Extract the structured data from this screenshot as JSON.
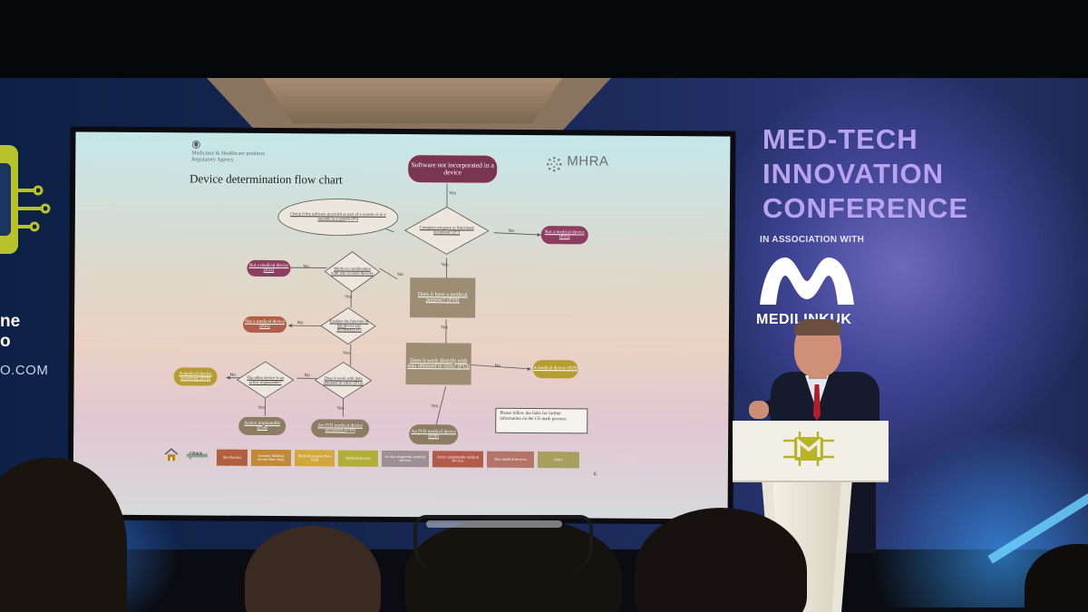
{
  "conference": {
    "line1": "MED-TECH",
    "line2": "INNOVATION",
    "line3": "CONFERENCE",
    "association": "IN ASSOCIATION WITH",
    "partner": "MEDILINKUK"
  },
  "left_banner": {
    "text1": "ne",
    "text2": "o",
    "text3": "O.COM"
  },
  "slide": {
    "agency_line1": "Medicines & Healthcare products",
    "agency_line2": "Regulatory Agency",
    "title": "Device determination flow chart",
    "logo_text": "MHRA",
    "page_number": "6",
    "note": "Please follow the links for further information on the CE mark process.",
    "nodes": {
      "start": "Software not incorporated in a device",
      "computer_program": "Computer program or functional document? (P7)",
      "check_system": "Check if the software provided as part of a system or as a module in a system (P9)",
      "not_medical_1": "Not a medical device (P25)",
      "works_combination": "Works in combination with one or more devices",
      "not_medical_2": "Not a medical device (P25)",
      "medical_purpose": "Does it have a medical purpose? (P10)",
      "enables_function": "Enables the function of the device (an Accessory) (P)",
      "not_medical_3": "Not a medical device (P25)",
      "works_data": "Does it work directly with data obtained in vitro? (P13)",
      "a_medical_device": "A medical device (P25)",
      "other_device": "The other device is an active implantable?",
      "data_in_vitro": "Does it work with data obtained in vitro? (P12)",
      "accessory": "A medical device accessory (P18)",
      "active_implantable": "Active implantable (P34)",
      "ivd_accessory": "An IVD medical device accessory (P30)",
      "ivd_device": "An IVD medical device (P30)"
    },
    "labels": {
      "yes": "Yes",
      "no": "No"
    },
    "nav": {
      "back": "Back",
      "buttons": [
        "Introduction",
        "General: Medical device flow chart",
        "Medical purpose flow chart",
        "Medical devices",
        "In vitro diagnostic medical devices",
        "Active implantable medical devices",
        "Non-medical devices",
        "Index"
      ]
    }
  },
  "colors": {
    "brand_lilac": "#b9a3ef",
    "node_maroon": "#8e3c60",
    "node_rust": "#b0604a",
    "node_olive": "#b59d33",
    "node_khaki": "#8d7d65",
    "podium": "#f2efe6",
    "podium_logo": "#b8b42a"
  },
  "icons": {
    "home": "home-icon",
    "back": "back-arrow-icon",
    "mhra": "mhra-dots-icon",
    "crest": "royal-crest-icon"
  }
}
